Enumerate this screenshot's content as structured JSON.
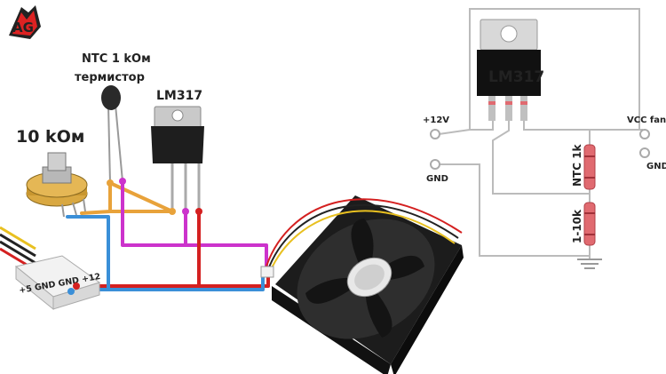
{
  "logo": {
    "text": "AG"
  },
  "labels": {
    "pot": "10 kOм",
    "ntc_line1": "NTC 1 kOм",
    "ntc_line2": "термистор",
    "lm317_left": "LM317",
    "connector": "+5 GND GND +12"
  },
  "schematic": {
    "lm317": "LM317",
    "plus12v": "+12V",
    "gnd_left": "GND",
    "vcc_fan": "VCC fan",
    "gnd_right": "GND",
    "ntc": "NTC 1k",
    "res": "1-10k"
  },
  "colors": {
    "wire_orange": "#e8a23a",
    "wire_magenta": "#cc33cc",
    "wire_red": "#d42020",
    "wire_blue": "#3a8fd8",
    "schematic_line": "#bbbbbb",
    "resistor": "#e06a70"
  }
}
